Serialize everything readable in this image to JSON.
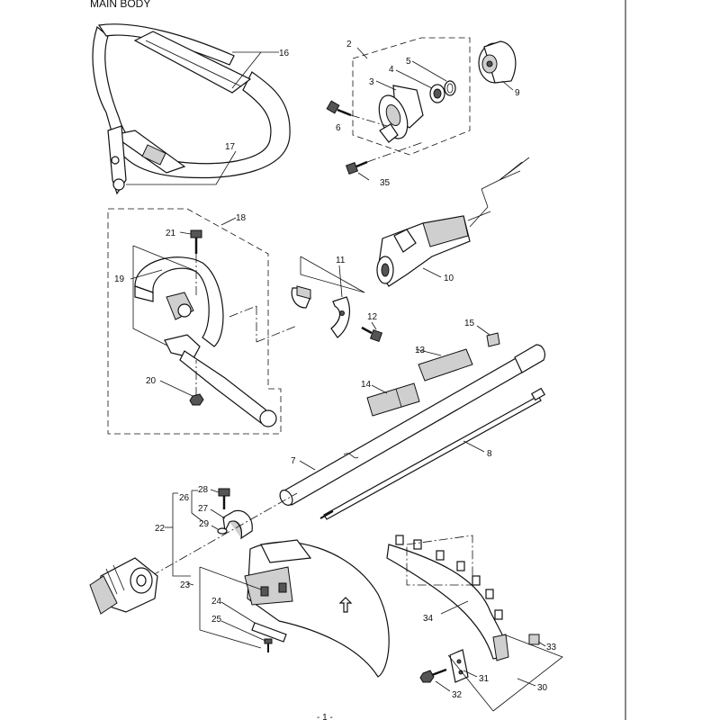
{
  "page": {
    "title": "MAIN BODY",
    "page_number": "- 1 -"
  },
  "callouts": [
    {
      "id": "c2",
      "text": "2"
    },
    {
      "id": "c3",
      "text": "3"
    },
    {
      "id": "c4",
      "text": "4"
    },
    {
      "id": "c5",
      "text": "5"
    },
    {
      "id": "c6",
      "text": "6"
    },
    {
      "id": "c7",
      "text": "7"
    },
    {
      "id": "c8",
      "text": "8"
    },
    {
      "id": "c9",
      "text": "9"
    },
    {
      "id": "c10",
      "text": "10"
    },
    {
      "id": "c11",
      "text": "11"
    },
    {
      "id": "c12",
      "text": "12"
    },
    {
      "id": "c13",
      "text": "13"
    },
    {
      "id": "c14",
      "text": "14"
    },
    {
      "id": "c15",
      "text": "15"
    },
    {
      "id": "c16",
      "text": "16"
    },
    {
      "id": "c17",
      "text": "17"
    },
    {
      "id": "c18",
      "text": "18"
    },
    {
      "id": "c19",
      "text": "19"
    },
    {
      "id": "c20",
      "text": "20"
    },
    {
      "id": "c21",
      "text": "21"
    },
    {
      "id": "c22",
      "text": "22"
    },
    {
      "id": "c23",
      "text": "23"
    },
    {
      "id": "c24",
      "text": "24"
    },
    {
      "id": "c25",
      "text": "25"
    },
    {
      "id": "c26",
      "text": "26"
    },
    {
      "id": "c27",
      "text": "27"
    },
    {
      "id": "c28",
      "text": "28"
    },
    {
      "id": "c29",
      "text": "29"
    },
    {
      "id": "c30",
      "text": "30"
    },
    {
      "id": "c31",
      "text": "31"
    },
    {
      "id": "c32",
      "text": "32"
    },
    {
      "id": "c33",
      "text": "33"
    },
    {
      "id": "c34",
      "text": "34"
    },
    {
      "id": "c35",
      "text": "35"
    }
  ]
}
